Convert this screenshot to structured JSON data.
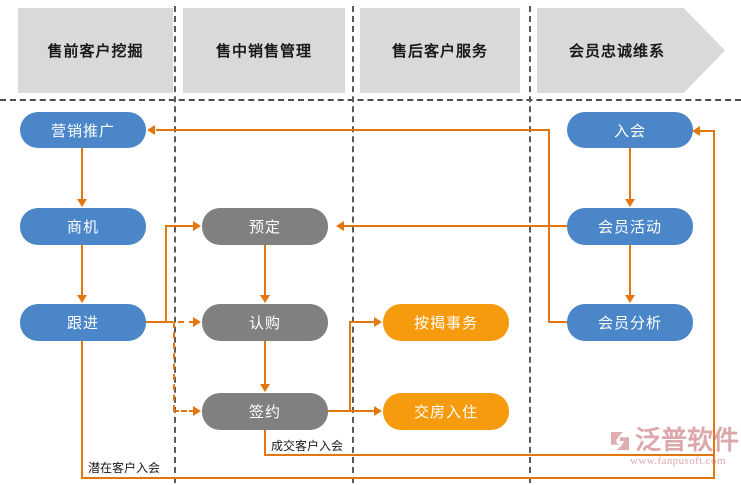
{
  "header": {
    "phases": [
      {
        "label": "售前客户挖掘"
      },
      {
        "label": "售中销售管理"
      },
      {
        "label": "售后客户服务"
      },
      {
        "label": "会员忠诚维系"
      }
    ]
  },
  "nodes": {
    "marketing": {
      "label": "营销推广",
      "color": "#4a86c8"
    },
    "opportunity": {
      "label": "商机",
      "color": "#4a86c8"
    },
    "followup": {
      "label": "跟进",
      "color": "#4a86c8"
    },
    "booking": {
      "label": "预定",
      "color": "#808080"
    },
    "subscription": {
      "label": "认购",
      "color": "#808080"
    },
    "contract": {
      "label": "签约",
      "color": "#808080"
    },
    "mortgage": {
      "label": "按揭事务",
      "color": "#f79b0e"
    },
    "handover": {
      "label": "交房入住",
      "color": "#f79b0e"
    },
    "join": {
      "label": "入会",
      "color": "#4a86c8"
    },
    "memberactivity": {
      "label": "会员活动",
      "color": "#4a86c8"
    },
    "memberanalysis": {
      "label": "会员分析",
      "color": "#4a86c8"
    }
  },
  "edge_labels": {
    "potential_member": "潜在客户入会",
    "closed_member": "成交客户入会"
  },
  "watermark": {
    "brand": "泛普软件",
    "url": "www.fanpusoft.com",
    "color": "#c9737a"
  },
  "colors": {
    "connector": "#e2770f",
    "banner": "#d9d9d9",
    "divider": "#5a5a5a"
  }
}
